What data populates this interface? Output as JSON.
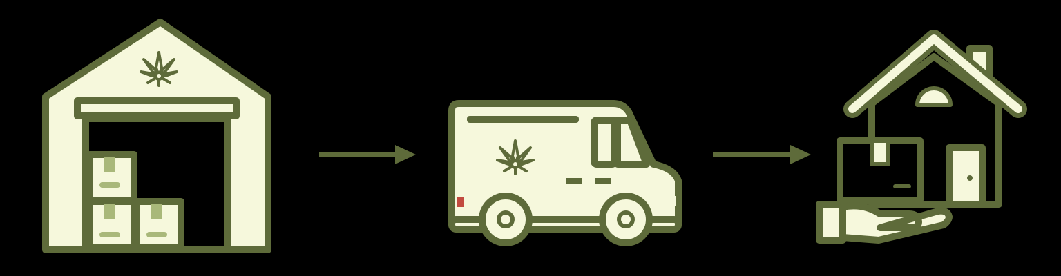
{
  "diagram": {
    "kind": "flow",
    "steps": [
      {
        "id": "warehouse",
        "icon": "cannabis-warehouse-icon"
      },
      {
        "id": "van",
        "icon": "delivery-van-icon"
      },
      {
        "id": "home",
        "icon": "home-delivery-icon"
      }
    ],
    "connectors": [
      {
        "from": "warehouse",
        "to": "van"
      },
      {
        "from": "van",
        "to": "home"
      }
    ]
  },
  "colors": {
    "background": "#000000",
    "outline": "#5e6b3a",
    "fill": "#f6f8dc",
    "accent_green": "#a9b87a",
    "tail_light": "#c24b3f",
    "door_knob": "#5e6b3a"
  }
}
